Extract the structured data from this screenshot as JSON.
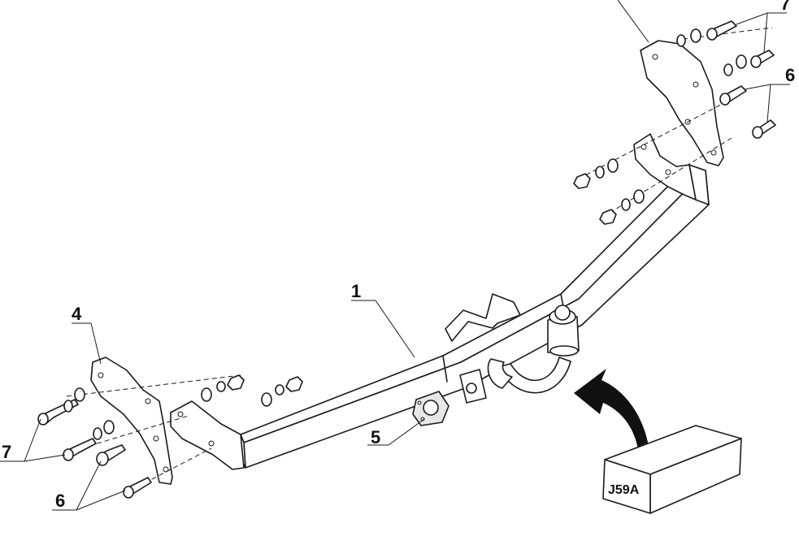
{
  "callouts": {
    "bar": "1",
    "bracket_left": "4",
    "socket_plate": "5",
    "bolts_6_left": "6",
    "bolts_6_right": "6",
    "bolts_7_left": "7",
    "bolts_7_right": "7"
  },
  "package_label": "J59A",
  "colors": {
    "line": "#1a1a1a",
    "background": "#ffffff"
  }
}
